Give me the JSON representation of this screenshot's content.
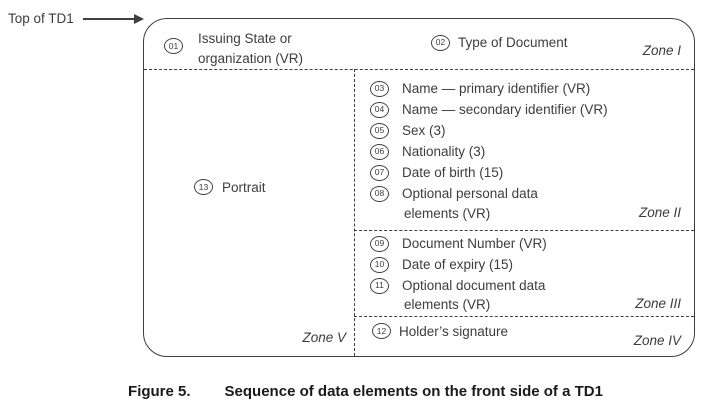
{
  "colors": {
    "line": "#3f3f3f",
    "text": "#3d3d3d",
    "caption_text": "#1a1a1a",
    "background": "#ffffff"
  },
  "pointer": {
    "label": "Top of TD1"
  },
  "card": {
    "zone_i": {
      "item_01": {
        "num": "01",
        "line1": "Issuing State or",
        "line2": "organization (VR)"
      },
      "item_02": {
        "num": "02",
        "text": "Type of Document"
      },
      "label": "Zone I"
    },
    "zone_ii": {
      "items": [
        {
          "num": "03",
          "text": "Name — primary identifier (VR)"
        },
        {
          "num": "04",
          "text": "Name — secondary identifier (VR)"
        },
        {
          "num": "05",
          "text": "Sex (3)"
        },
        {
          "num": "06",
          "text": "Nationality (3)"
        },
        {
          "num": "07",
          "text": "Date of birth (15)"
        },
        {
          "num": "08",
          "text": "Optional personal data"
        }
      ],
      "item_08_continuation": "elements (VR)",
      "label": "Zone II"
    },
    "zone_iii": {
      "items": [
        {
          "num": "09",
          "text": "Document Number (VR)"
        },
        {
          "num": "10",
          "text": "Date of expiry (15)"
        },
        {
          "num": "11",
          "text": "Optional document data"
        }
      ],
      "item_11_continuation": "elements (VR)",
      "label": "Zone III"
    },
    "zone_iv": {
      "item_12": {
        "num": "12",
        "text": "Holder’s signature"
      },
      "label": "Zone IV"
    },
    "zone_v": {
      "item_13": {
        "num": "13",
        "text": "Portrait"
      },
      "label": "Zone V"
    }
  },
  "caption": {
    "figure_number": "Figure 5.",
    "title": "Sequence of data elements on the front side of a TD1"
  }
}
